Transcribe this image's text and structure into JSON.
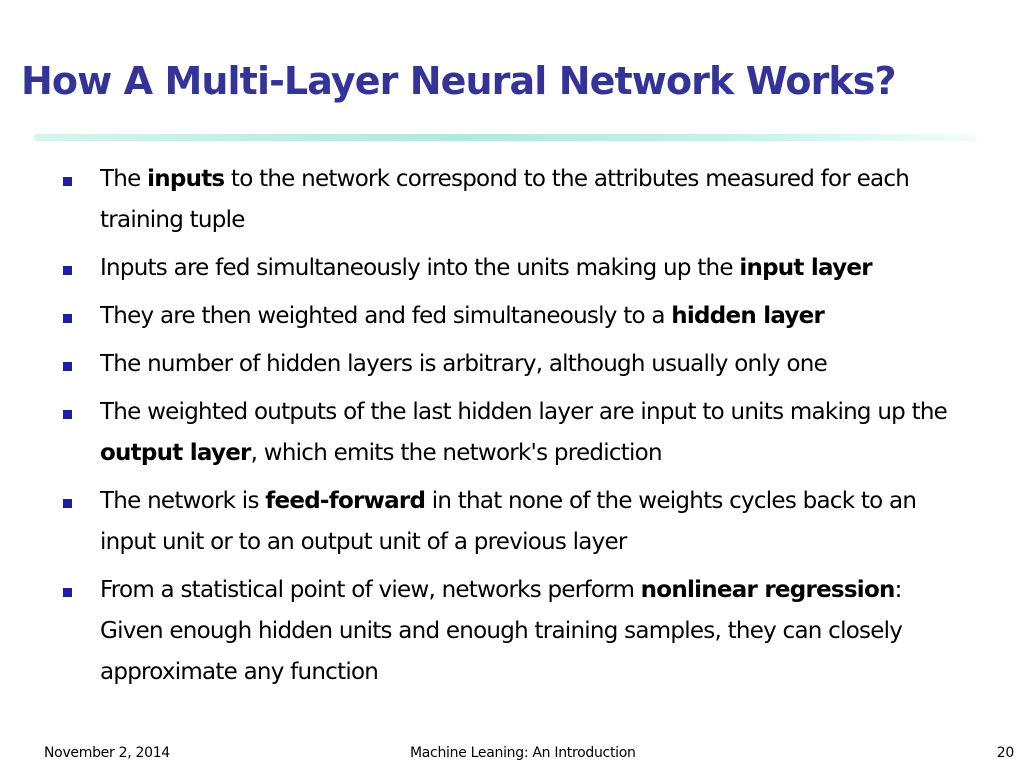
{
  "slide": {
    "title": "How A Multi-Layer Neural Network Works?",
    "bullets": [
      {
        "parts": [
          {
            "text": "The ",
            "bold": false
          },
          {
            "text": "inputs",
            "bold": true
          },
          {
            "text": " to the network correspond to the attributes measured for each training tuple",
            "bold": false
          }
        ]
      },
      {
        "parts": [
          {
            "text": "Inputs are fed simultaneously into the units making up the ",
            "bold": false
          },
          {
            "text": "input layer",
            "bold": true
          }
        ]
      },
      {
        "parts": [
          {
            "text": "They are then weighted and fed simultaneously to a ",
            "bold": false
          },
          {
            "text": "hidden layer",
            "bold": true
          }
        ]
      },
      {
        "parts": [
          {
            "text": "The number of hidden layers is arbitrary, although usually only one",
            "bold": false
          }
        ]
      },
      {
        "parts": [
          {
            "text": "The weighted outputs of the last hidden layer are input to units making up the ",
            "bold": false
          },
          {
            "text": "output layer",
            "bold": true
          },
          {
            "text": ", which emits the network's prediction",
            "bold": false
          }
        ]
      },
      {
        "parts": [
          {
            "text": "The network is ",
            "bold": false
          },
          {
            "text": "feed-forward",
            "bold": true
          },
          {
            "text": " in that none of the weights cycles back to an input unit or to an output unit of a previous layer",
            "bold": false
          }
        ]
      },
      {
        "parts": [
          {
            "text": "From a statistical point of view, networks perform ",
            "bold": false
          },
          {
            "text": "nonlinear regression",
            "bold": true
          },
          {
            "text": ": Given enough hidden units and enough training samples, they can closely approximate any function",
            "bold": false
          }
        ]
      }
    ],
    "footer": {
      "date": "November 2, 2014",
      "center": "Machine Leaning: An Introduction",
      "page": "20"
    },
    "colors": {
      "title": "#333399",
      "bullet_marker": "#1d1da8",
      "rule": "#aee9e0",
      "text": "#000000",
      "background": "#ffffff"
    },
    "icons": {
      "bullet_marker": "square-bullet-icon"
    }
  }
}
